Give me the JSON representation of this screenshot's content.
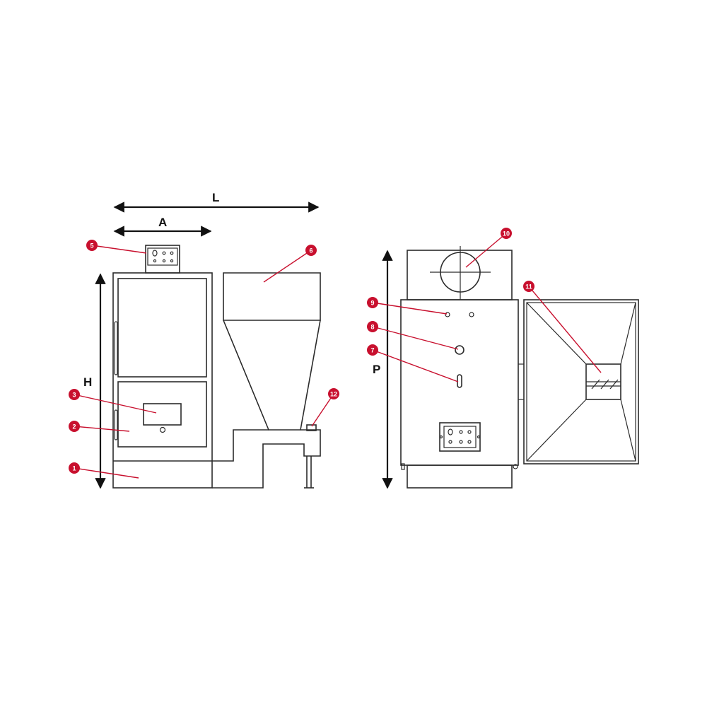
{
  "colors": {
    "accent": "#c8102e",
    "line": "#2b2b2b"
  },
  "dimensions": {
    "L": "L",
    "A": "A",
    "H": "H",
    "P": "P"
  },
  "callouts": {
    "c1": "1",
    "c2": "2",
    "c3": "3",
    "c5": "5",
    "c6": "6",
    "c7": "7",
    "c8": "8",
    "c9": "9",
    "c10": "10",
    "c11": "11",
    "c12": "12"
  }
}
